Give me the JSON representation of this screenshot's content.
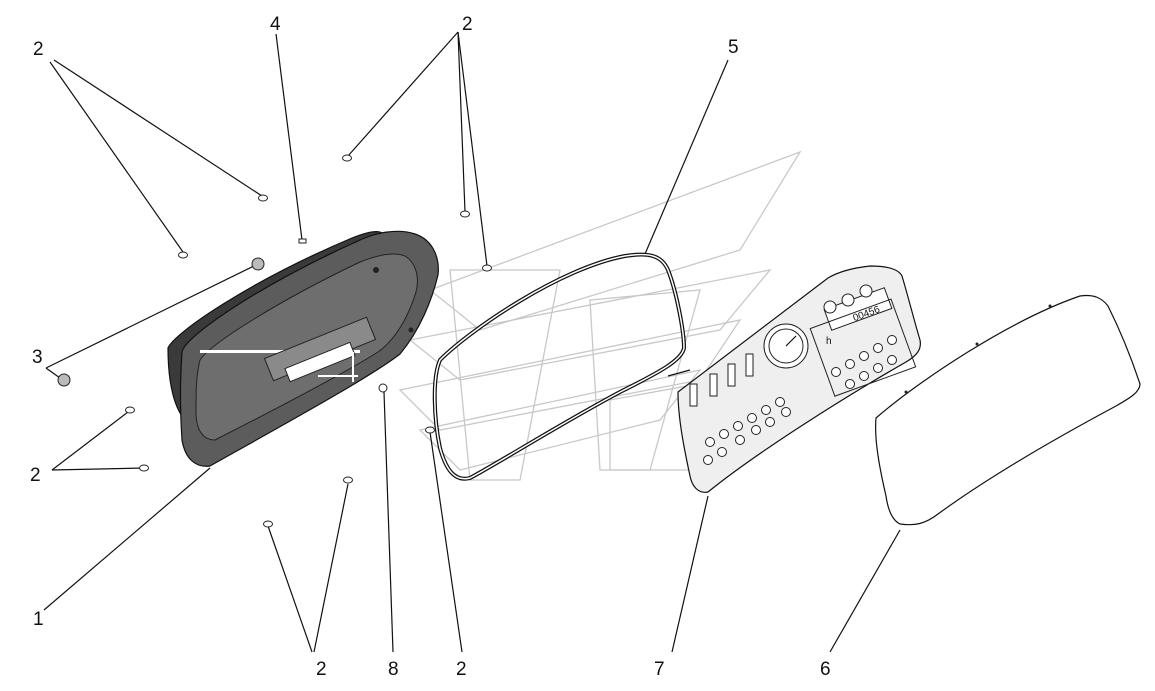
{
  "callouts": {
    "c1": "1",
    "c2_top_left": "2",
    "c2_top_center": "2",
    "c2_left": "2",
    "c2_bottom_left": "2",
    "c2_bottom_center": "2",
    "c3": "3",
    "c4": "4",
    "c5": "5",
    "c6": "6",
    "c7": "7",
    "c8": "8"
  },
  "panel": {
    "odometer_value": "00456",
    "hour_mark": "h"
  },
  "colors": {
    "line": "#111111",
    "housing_dark": "#5c5c5c",
    "panel_face": "#efefef",
    "watermark": "#c8c8c8"
  }
}
